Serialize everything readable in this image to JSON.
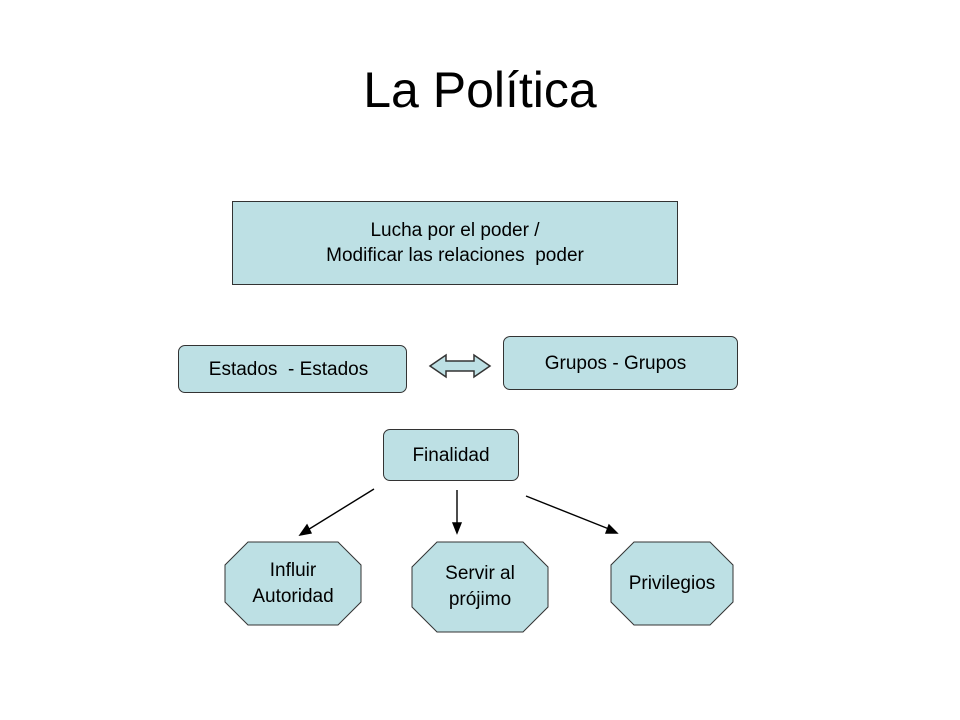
{
  "title": "La Política",
  "diagram": {
    "main_box": {
      "line1": "Lucha por el poder /",
      "line2": "Modificar las relaciones  poder"
    },
    "left_box": {
      "label": "Estados  - Estados"
    },
    "right_box": {
      "label": "Grupos - Grupos"
    },
    "center_box": {
      "label": "Finalidad"
    },
    "outcomes": [
      {
        "line1": "Influir",
        "line2": "Autoridad"
      },
      {
        "line1": "Servir al",
        "line2": "prójimo"
      },
      {
        "line1": "Privilegios",
        "line2": ""
      }
    ],
    "colors": {
      "box_fill": "#bde0e4",
      "border": "#333333",
      "arrow": "#000000"
    }
  }
}
